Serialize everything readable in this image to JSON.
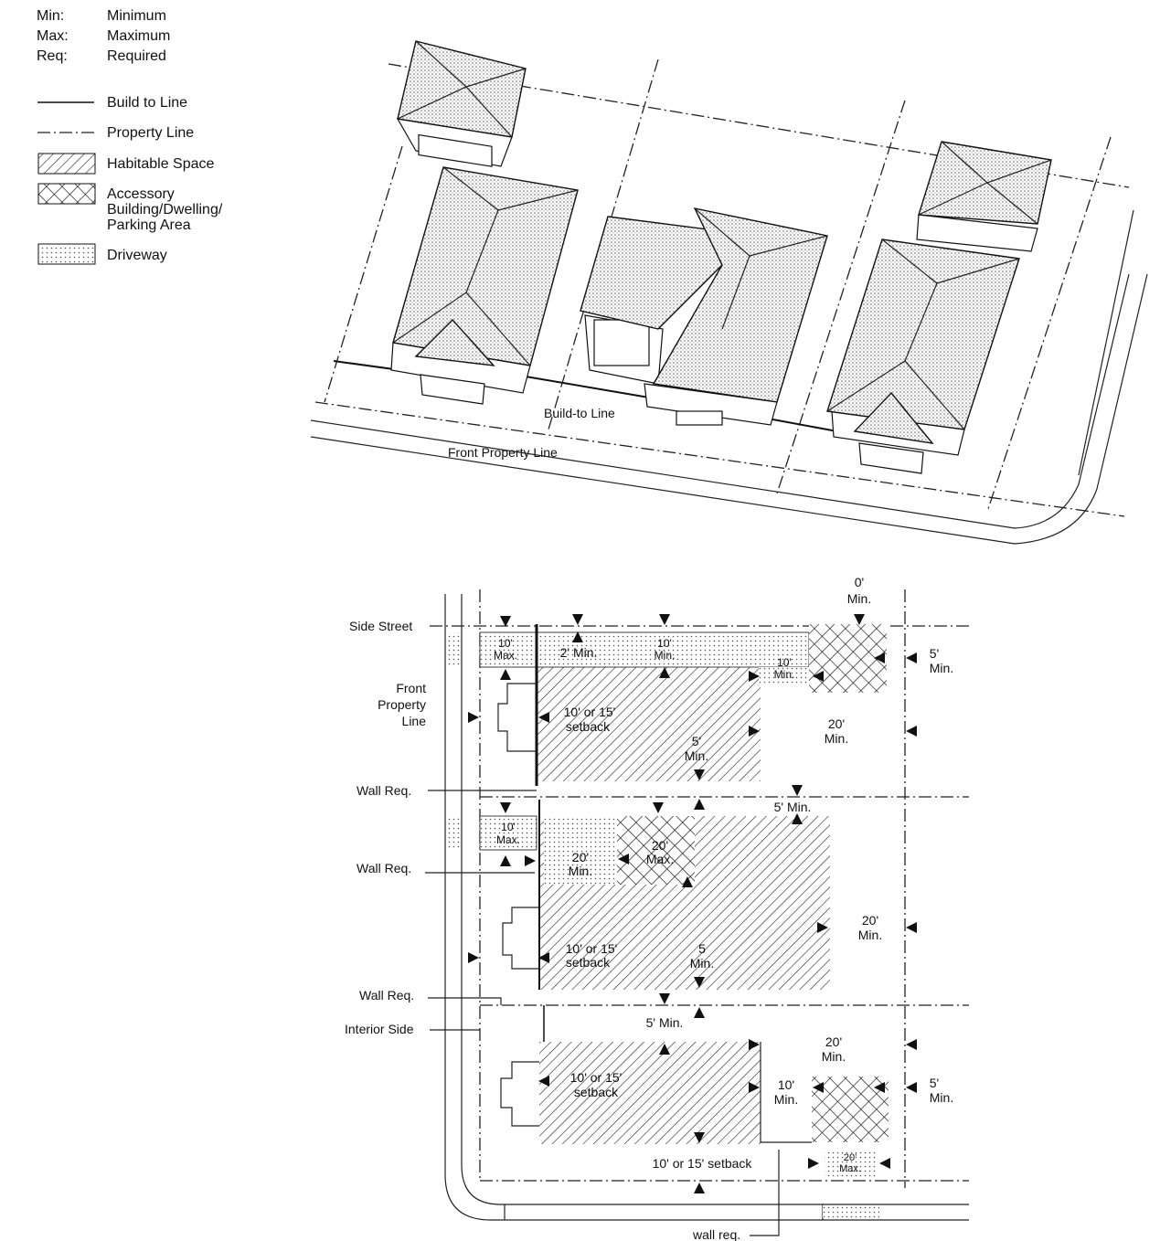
{
  "legend": {
    "abbreviations": [
      {
        "abbr": "Min:",
        "meaning": "Minimum"
      },
      {
        "abbr": "Max:",
        "meaning": "Maximum"
      },
      {
        "abbr": "Req:",
        "meaning": "Required"
      }
    ],
    "keys": [
      {
        "label": "Build to Line"
      },
      {
        "label": "Property Line"
      },
      {
        "label": "Habitable Space"
      },
      {
        "label_lines": [
          "Accessory",
          "Building/Dwelling/",
          "Parking Area"
        ]
      },
      {
        "label": "Driveway"
      }
    ]
  },
  "perspective": {
    "build_to_line": "Build-to Line",
    "front_property_line": "Front Property Line"
  },
  "plan": {
    "side_labels": {
      "side_street": "Side Street",
      "front_property_line": [
        "Front",
        "Property",
        "Line"
      ],
      "wall_req_1": "Wall Req.",
      "wall_req_2": "Wall Req.",
      "wall_req_3": "Wall Req.",
      "interior_side": "Interior Side",
      "wall_req_bottom": "wall req."
    },
    "lot1": {
      "rear_0_min": [
        "0'",
        "Min."
      ],
      "drive_10_max": [
        "10'",
        "Max."
      ],
      "two_min": "2' Min.",
      "ten_min_top": [
        "10'",
        "Min."
      ],
      "ten_min_right": [
        "10'",
        "Min."
      ],
      "five_min_right": [
        "5'",
        "Min."
      ],
      "setback": [
        "10' or 15'",
        "setback"
      ],
      "five_min": [
        "5'",
        "Min."
      ],
      "twenty_min": [
        "20'",
        "Min."
      ]
    },
    "lot2": {
      "five_min_top": "5' Min.",
      "drive_10_max": [
        "10'",
        "Max."
      ],
      "twenty_min_hab": [
        "20'",
        "Min."
      ],
      "twenty_max": [
        "20'",
        "Max."
      ],
      "setback": [
        "10' or 15'",
        "setback"
      ],
      "five_min": [
        "5",
        "Min."
      ],
      "twenty_min_rear": [
        "20'",
        "Min."
      ]
    },
    "lot3": {
      "five_min_top": "5' Min.",
      "twenty_min": [
        "20'",
        "Min."
      ],
      "setback": [
        "10' or 15'",
        "setback"
      ],
      "ten_min": [
        "10'",
        "Min."
      ],
      "five_min_right": [
        "5'",
        "Min."
      ],
      "bottom_setback": "10' or 15' setback",
      "twenty_max": [
        "20'",
        "Max."
      ]
    }
  }
}
